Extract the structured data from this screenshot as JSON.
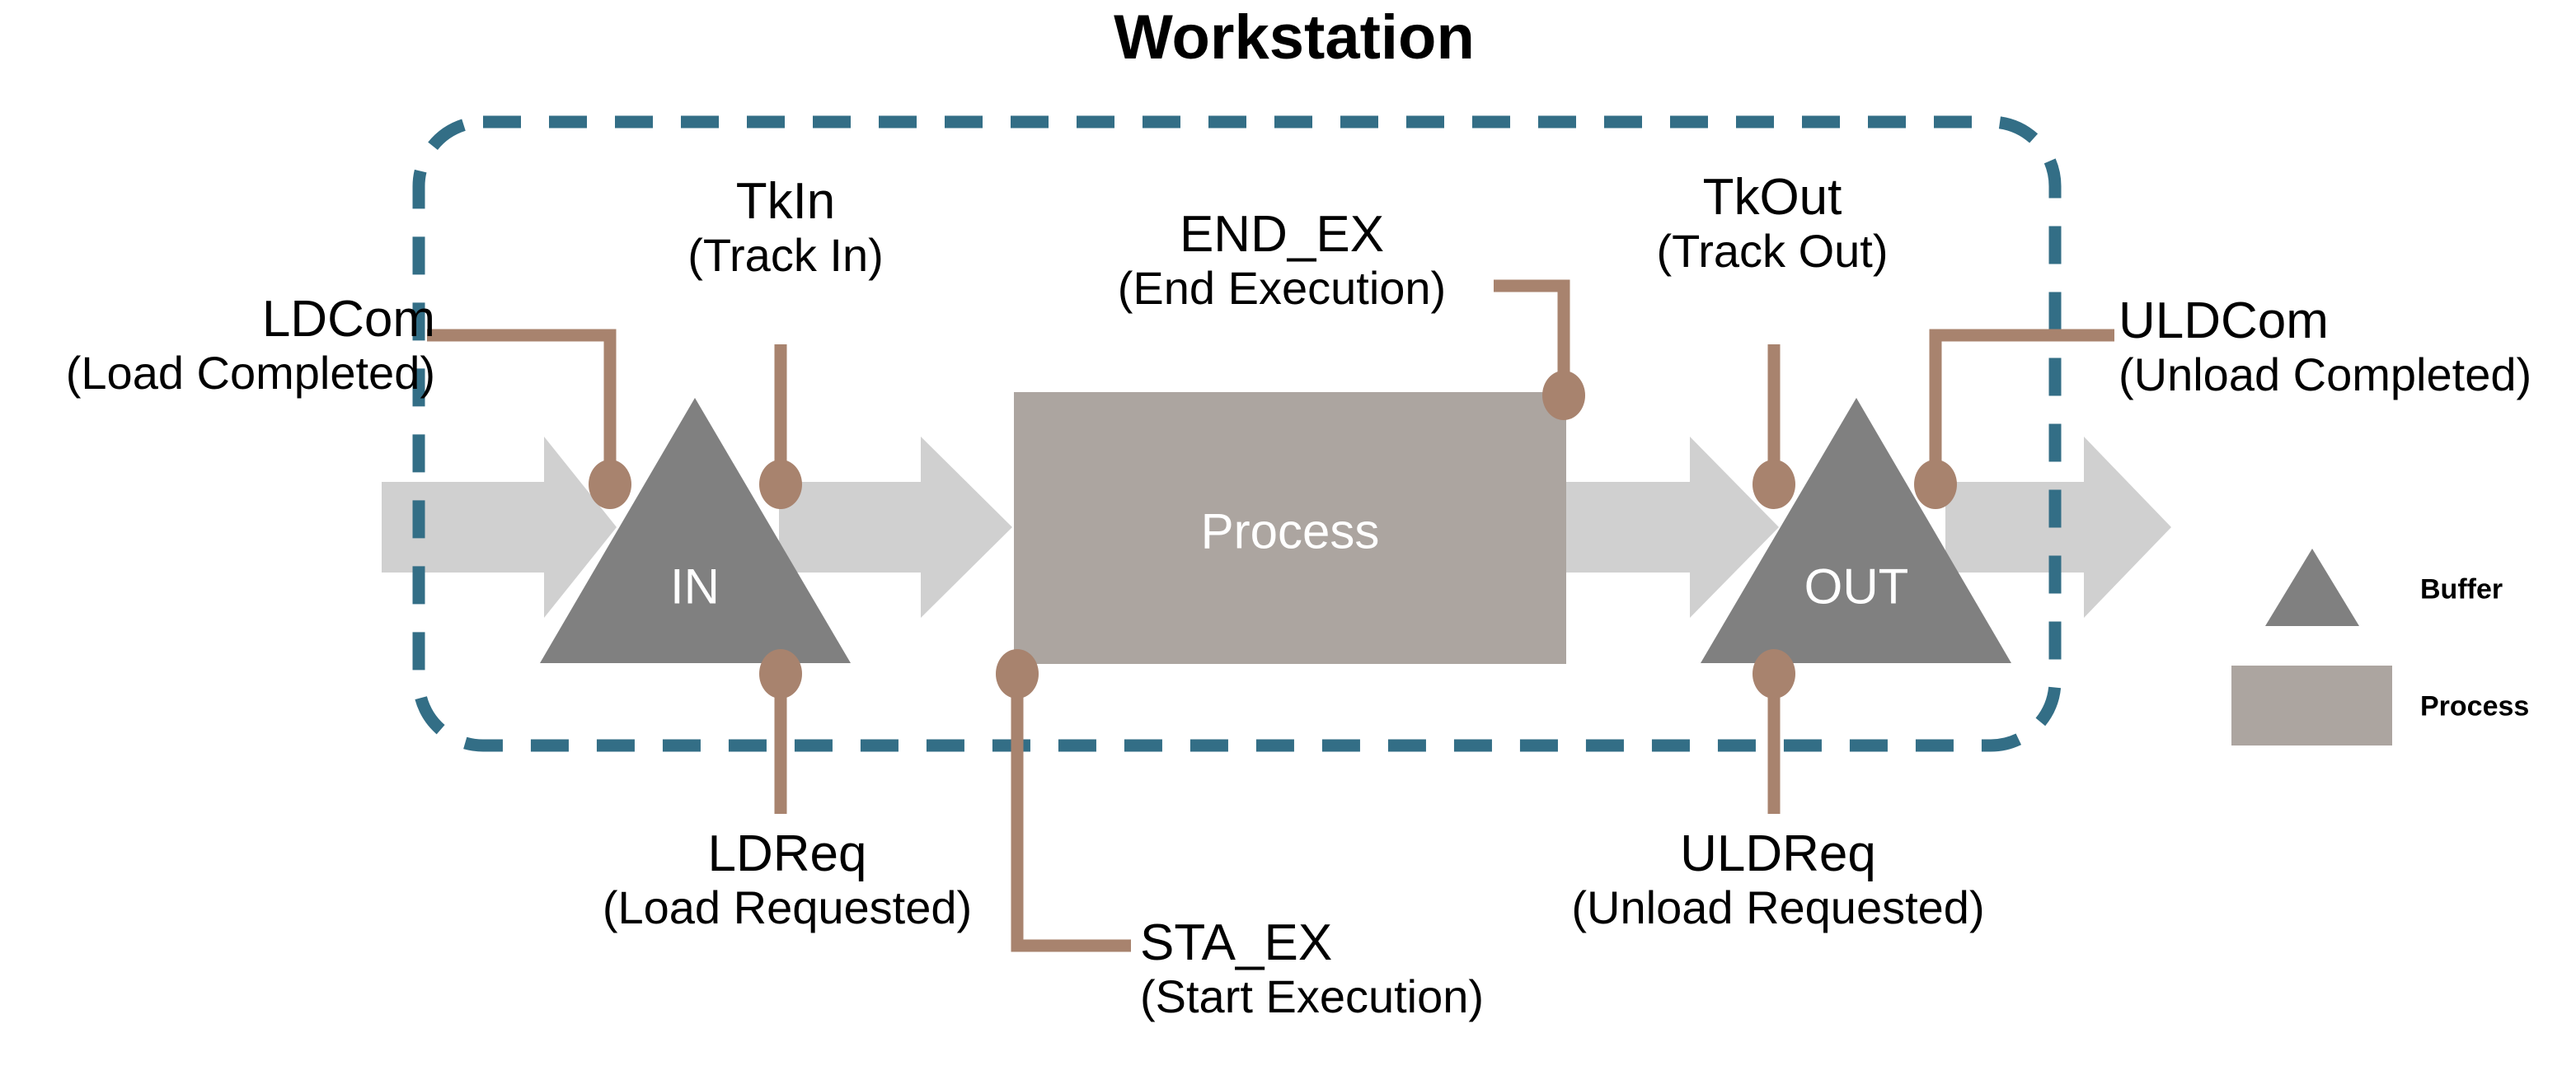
{
  "diagram": {
    "title": "Workstation",
    "colors": {
      "boundary": "#336E86",
      "buffer": "#808080",
      "process": "#ACA5A0",
      "arrow": "#D0D0D0",
      "signal": "#A8836E",
      "shape_text": "#FFFFFF",
      "label_text": "#000000",
      "background": "#FFFFFF"
    },
    "nodes": [
      {
        "id": "in",
        "label": "IN",
        "type": "buffer"
      },
      {
        "id": "process",
        "label": "Process",
        "type": "process"
      },
      {
        "id": "out",
        "label": "OUT",
        "type": "buffer"
      }
    ],
    "signals": [
      {
        "id": "ldcom",
        "abbr": "LDCom",
        "full": "(Load Completed)",
        "align": "right",
        "side": "top"
      },
      {
        "id": "tkin",
        "abbr": "TkIn",
        "full": "(Track In)",
        "align": "center",
        "side": "top"
      },
      {
        "id": "end_ex",
        "abbr": "END_EX",
        "full": "(End Execution)",
        "align": "center",
        "side": "top"
      },
      {
        "id": "tkout",
        "abbr": "TkOut",
        "full": "(Track Out)",
        "align": "center",
        "side": "top"
      },
      {
        "id": "uldcom",
        "abbr": "ULDCom",
        "full": "(Unload Completed)",
        "align": "left",
        "side": "top"
      },
      {
        "id": "ldreq",
        "abbr": "LDReq",
        "full": "(Load Requested)",
        "align": "center",
        "side": "bottom"
      },
      {
        "id": "sta_ex",
        "abbr": "STA_EX",
        "full": "(Start Execution)",
        "align": "left",
        "side": "bottom"
      },
      {
        "id": "uldreq",
        "abbr": "ULDReq",
        "full": "(Unload Requested)",
        "align": "center",
        "side": "bottom"
      }
    ],
    "legend": [
      {
        "id": "buffer",
        "label": "Buffer",
        "glyph": "triangle-icon"
      },
      {
        "id": "process",
        "label": "Process",
        "glyph": "rectangle-icon"
      }
    ]
  }
}
